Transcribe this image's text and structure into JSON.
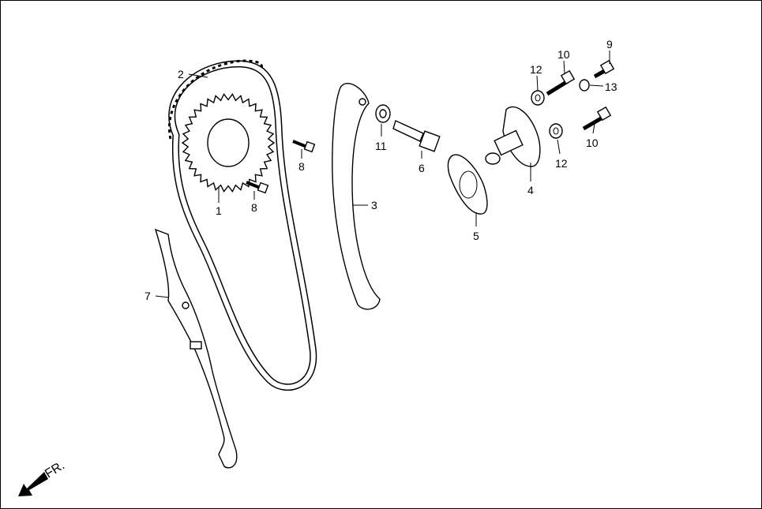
{
  "callouts": [
    {
      "id": "1",
      "text": "1"
    },
    {
      "id": "2",
      "text": "2"
    },
    {
      "id": "3",
      "text": "3"
    },
    {
      "id": "4",
      "text": "4"
    },
    {
      "id": "5",
      "text": "5"
    },
    {
      "id": "6",
      "text": "6"
    },
    {
      "id": "7",
      "text": "7"
    },
    {
      "id": "8a",
      "text": "8"
    },
    {
      "id": "8b",
      "text": "8"
    },
    {
      "id": "9",
      "text": "9"
    },
    {
      "id": "10a",
      "text": "10"
    },
    {
      "id": "10b",
      "text": "10"
    },
    {
      "id": "11",
      "text": "11"
    },
    {
      "id": "12a",
      "text": "12"
    },
    {
      "id": "12b",
      "text": "12"
    },
    {
      "id": "13",
      "text": "13"
    }
  ],
  "front_indicator": {
    "text": "FR.",
    "icon": "arrow-down-left-icon"
  }
}
